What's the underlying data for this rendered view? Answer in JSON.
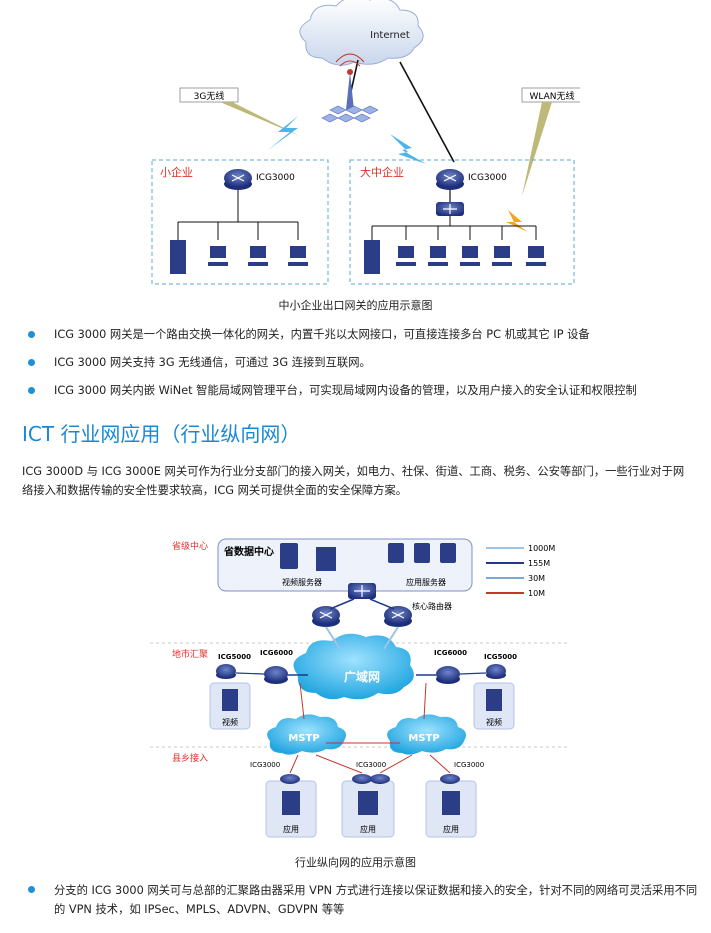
{
  "diagram1": {
    "internet": "Internet",
    "label_3g": "3G无线",
    "label_wlan": "WLAN无线",
    "small_biz": "小企业",
    "large_biz": "大中企业",
    "device_left": "ICG3000",
    "device_right": "ICG3000"
  },
  "caption1": "中小企业出口网关的应用示意图",
  "bullets1": [
    "ICG 3000 网关是一个路由交换一体化的网关，内置千兆以太网接口，可直接连接多台 PC 机或其它 IP 设备",
    "ICG 3000 网关支持 3G 无线通信，可通过 3G 连接到互联网。",
    "ICG 3000 网关内嵌 WiNet 智能局域网管理平台，可实现局域网内设备的管理，以及用户接入的安全认证和权限控制"
  ],
  "heading": "ICT 行业网应用（行业纵向网）",
  "paragraph": "ICG 3000D 与 ICG 3000E 网关可作为行业分支部门的接入网关，如电力、社保、街道、工商、税务、公安等部门，一些行业对于网络接入和数据传输的安全性要求较高，ICG 网关可提供全面的安全保障方案。",
  "diagram2": {
    "tier_province": "省级中心",
    "data_center": "省数据中心",
    "video_server": "视频服务器",
    "app_server": "应用服务器",
    "core_router": "核心路由器",
    "tier_city": "地市汇聚",
    "tier_county": "县乡接入",
    "wan": "广域网",
    "mstp": "MSTP",
    "icg5000": "ICG5000",
    "icg6000": "ICG6000",
    "icg3000": "ICG3000",
    "video": "视频",
    "app": "应用",
    "legend": [
      "1000M",
      "155M",
      "30M",
      "10M"
    ],
    "legend_colors": [
      "#9ec3e8",
      "#1f3a8a",
      "#7fa7d6",
      "#c0392b"
    ]
  },
  "caption2": "行业纵向网的应用示意图",
  "bullets2": [
    "分支的 ICG 3000 网关可与总部的汇聚路由器采用 VPN 方式进行连接以保证数据和接入的安全，针对不同的网络可灵活采用不同的 VPN 技术，如 IPSec、MPLS、ADVPN、GDVPN 等等"
  ]
}
